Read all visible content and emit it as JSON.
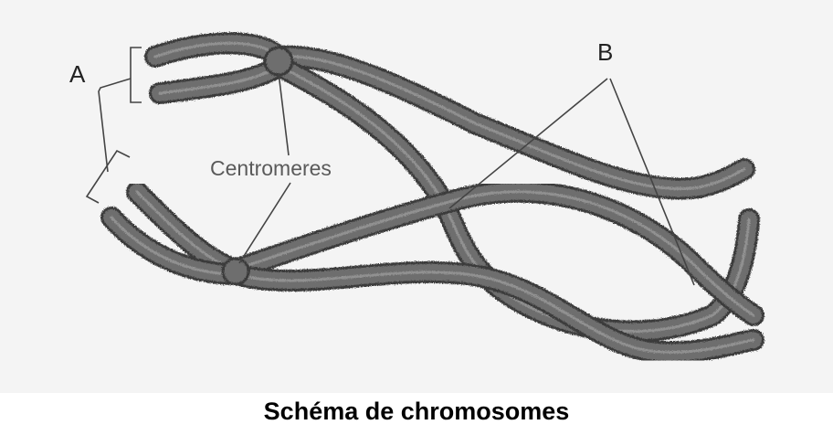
{
  "labels": {
    "a": "A",
    "b": "B",
    "centromeres": "Centromeres"
  },
  "caption": "Schéma de chromosomes",
  "colors": {
    "background": "#f4f4f4",
    "chromatid": "#6e6e6e",
    "chromatid_edge": "#3a3a3a",
    "chromatid_highlight": "#a8a8a8",
    "annotation_line": "#444444",
    "label_text": "#5a5a5a"
  }
}
